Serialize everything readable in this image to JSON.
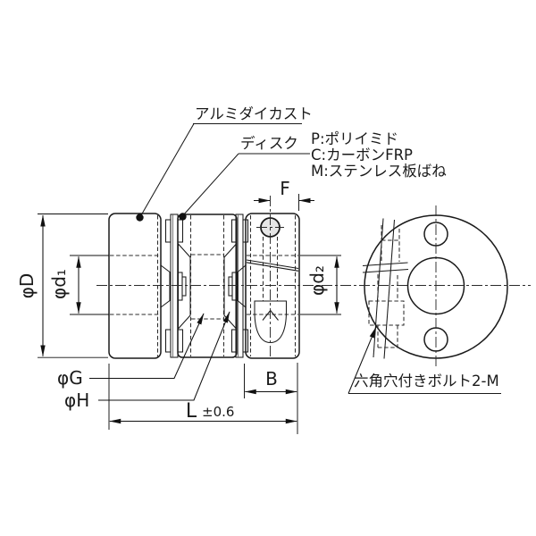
{
  "callouts": {
    "aluminum_die_cast": "アルミダイカスト",
    "disc": "ディスク",
    "disc_materials": [
      "P:ポリイミド",
      "C:カーボンFRP",
      "M:ステンレス板ばね"
    ],
    "hex_bolt": "六角穴付きボルト2-M"
  },
  "dimensions": {
    "outer_diameter": "φD",
    "bore_left": "φd₁",
    "bore_right": "φd₂",
    "hub_g": "φG",
    "hub_h": "φH",
    "width_f": "F",
    "width_b": "B",
    "length_l": "L",
    "length_l_tol": "±0.6"
  },
  "colors": {
    "background": "#ffffff",
    "body_fill": "#e6e6e6",
    "disc_fill": "#a8a8a8",
    "bushing_fill": "#6a6a6a",
    "line": "#1a1a1a"
  }
}
